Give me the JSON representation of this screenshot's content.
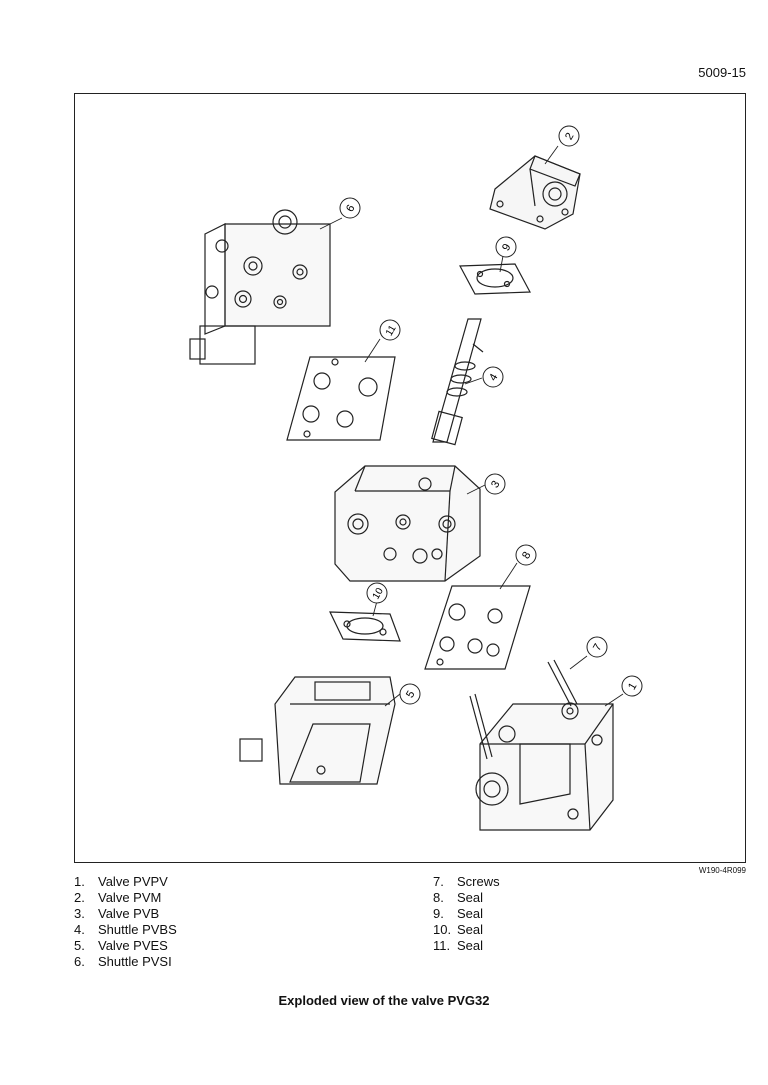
{
  "page_number": "5009-15",
  "figure_ref": "W190-4R099",
  "callouts": [
    "1",
    "2",
    "3",
    "4",
    "5",
    "6",
    "7",
    "8",
    "9",
    "10",
    "11"
  ],
  "legend_left": [
    {
      "num": "1.",
      "label": "Valve PVPV"
    },
    {
      "num": "2.",
      "label": "Valve PVM"
    },
    {
      "num": "3.",
      "label": "Valve PVB"
    },
    {
      "num": "4.",
      "label": "Shuttle PVBS"
    },
    {
      "num": "5.",
      "label": "Valve PVES"
    },
    {
      "num": "6.",
      "label": "Shuttle PVSI"
    }
  ],
  "legend_right": [
    {
      "num": "7.",
      "label": "Screws"
    },
    {
      "num": "8.",
      "label": "Seal"
    },
    {
      "num": "9.",
      "label": "Seal"
    },
    {
      "num": "10.",
      "label": "Seal"
    },
    {
      "num": "11.",
      "label": "Seal"
    }
  ],
  "caption": "Exploded view of the valve PVG32"
}
